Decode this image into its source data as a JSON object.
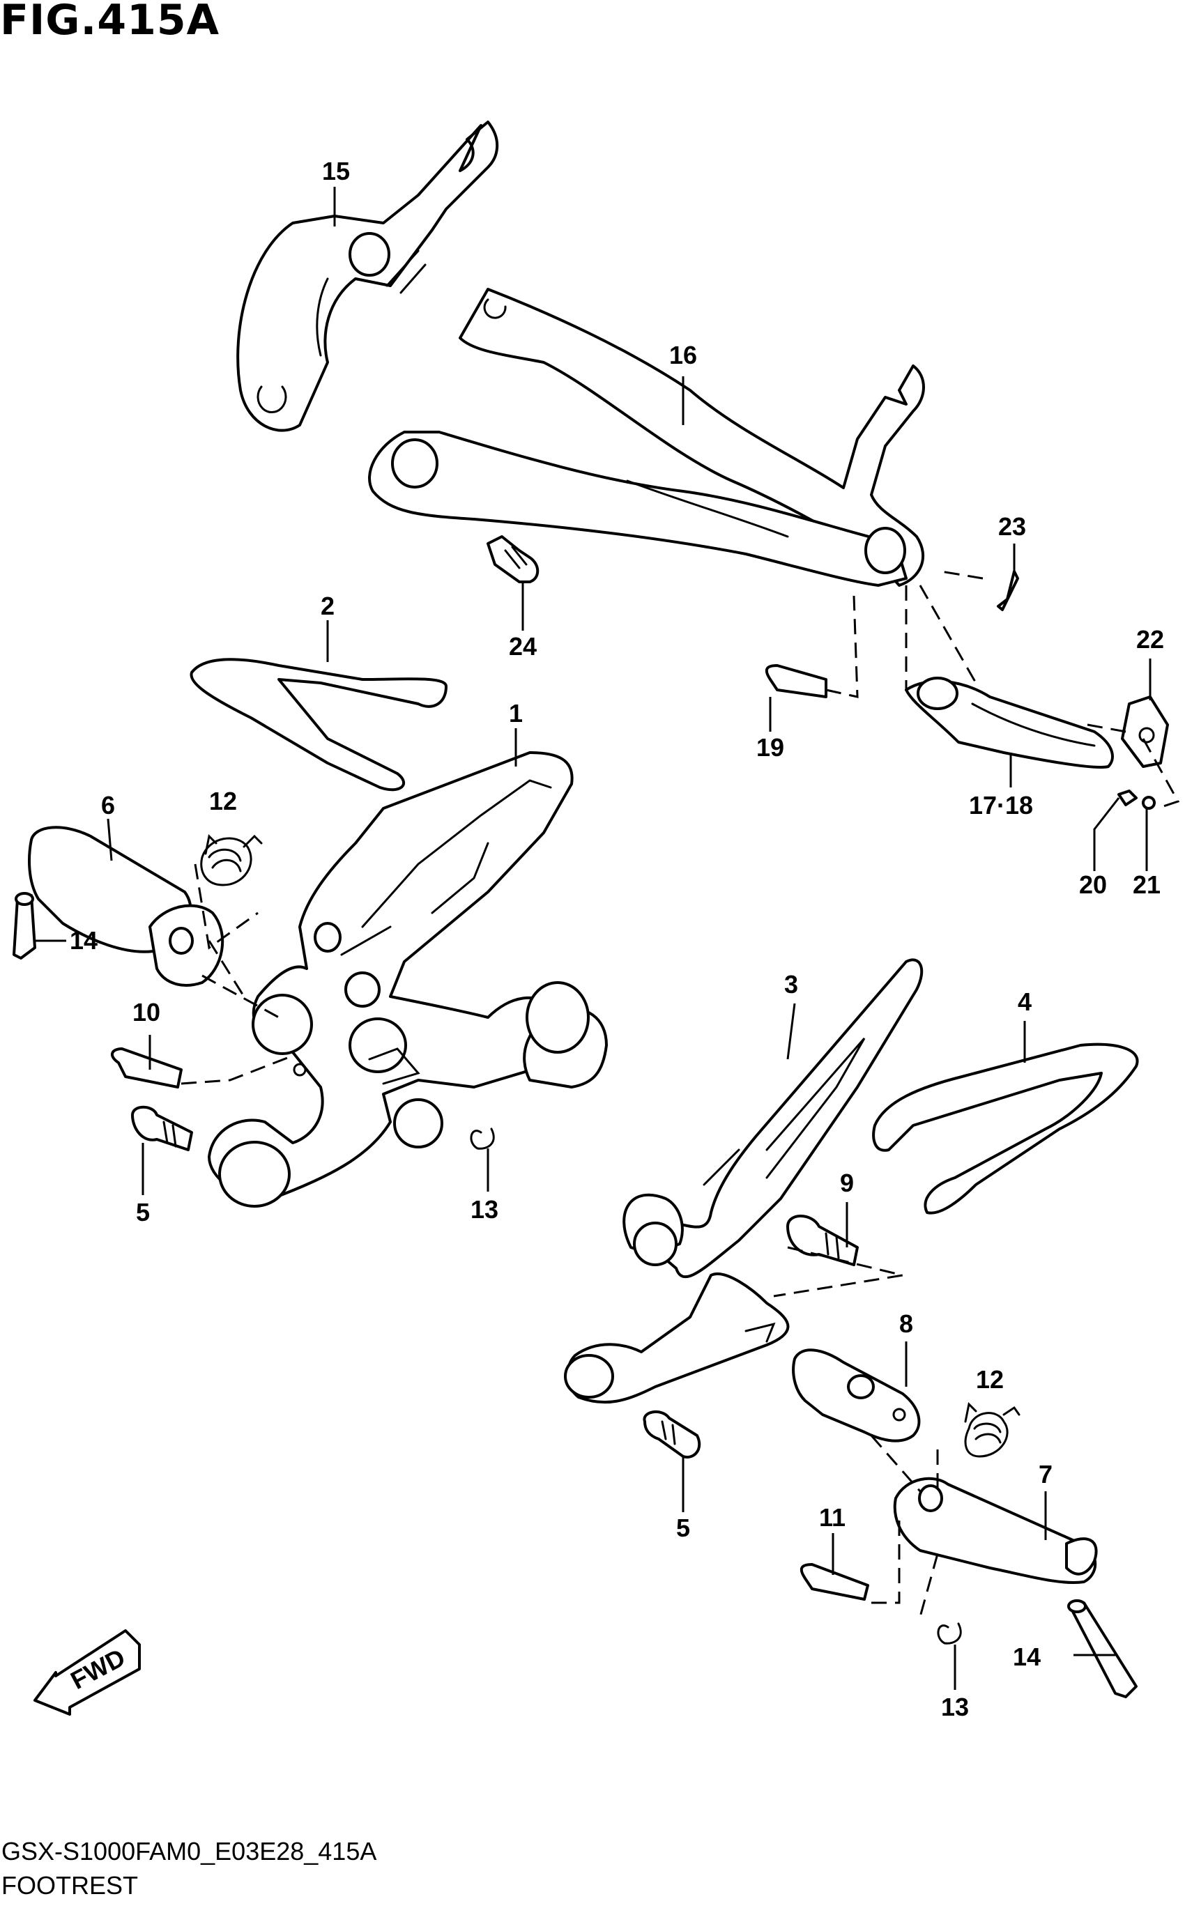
{
  "figure_title": "FIG.415A",
  "footer": {
    "model_code": "GSX-S1000FAM0_E03E28_415A",
    "section_name": "FOOTREST"
  },
  "direction_badge": "FWD",
  "callouts": {
    "c1": "1",
    "c2": "2",
    "c3": "3",
    "c4": "4",
    "c5a": "5",
    "c5b": "5",
    "c6": "6",
    "c7": "7",
    "c8": "8",
    "c9": "9",
    "c10": "10",
    "c11": "11",
    "c12a": "12",
    "c12b": "12",
    "c13a": "13",
    "c13b": "13",
    "c14a": "14",
    "c14b": "14",
    "c15": "15",
    "c16": "16",
    "c17_18": "17·18",
    "c19": "19",
    "c20": "20",
    "c21": "21",
    "c22": "22",
    "c23": "23",
    "c24": "24"
  }
}
